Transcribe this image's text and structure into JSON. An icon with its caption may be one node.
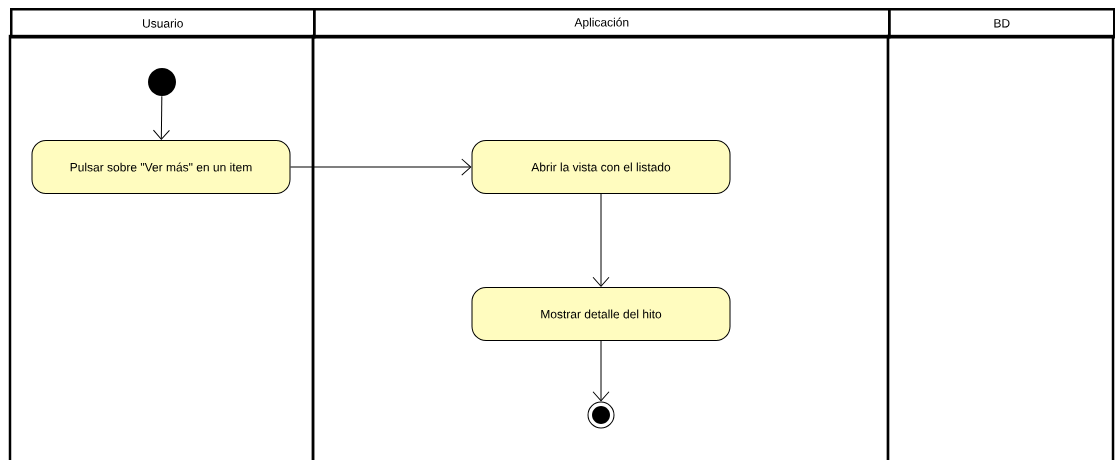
{
  "diagram": {
    "nodes": [
      {
        "text": [
          "Usuario"
        ]
      },
      {
        "text": [
          "Aplicación"
        ]
      },
      {
        "text": [
          "BD"
        ]
      },
      {
        "text": [],
        "shape": "circle",
        "in": 0
      },
      {
        "text": [
          "Pulsar sobre \"Ver más\" en un item"
        ],
        "in": 0
      },
      {
        "text": [
          "Abrir la vista con el listado"
        ],
        "in": 1
      },
      {
        "text": [
          "Mostrar detalle del hito"
        ],
        "in": 1
      },
      {
        "text": [],
        "shape": "circle",
        "in": 1
      }
    ],
    "edges": [
      {
        "from": 3,
        "to": 4,
        "arrow": "to"
      },
      {
        "from": 4,
        "to": 5,
        "arrow": "to"
      },
      {
        "from": 5,
        "to": 6,
        "arrow": "to"
      },
      {
        "from": 6,
        "to": 7,
        "arrow": "to"
      }
    ]
  }
}
